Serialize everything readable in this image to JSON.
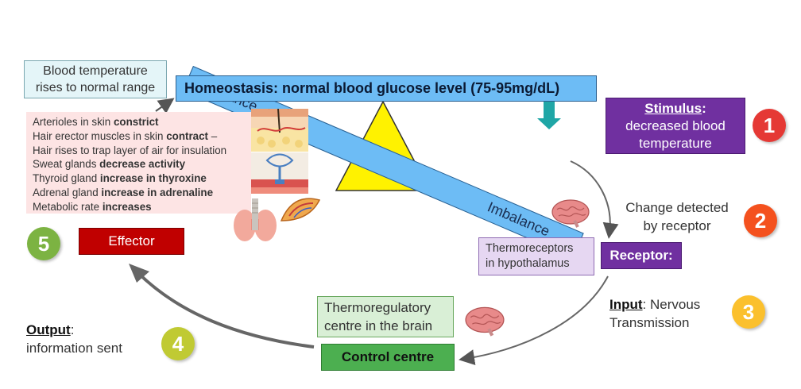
{
  "scale": {
    "imbalance_top": "Imbalance",
    "imbalance_bottom": "Imbalance",
    "homeostasis": "Homeostasis: normal blood glucose level (75-95mg/dL)"
  },
  "result": {
    "text_line1": "Blood temperature",
    "text_line2": "rises to normal range"
  },
  "effects": {
    "items": [
      {
        "plain": "Arterioles in skin ",
        "bold": "constrict"
      },
      {
        "plain": "Hair erector muscles in skin ",
        "bold": "contract",
        "tail": " –"
      },
      {
        "plain": "Hair rises to trap layer of air for insulation",
        "bold": ""
      },
      {
        "plain": "Sweat glands ",
        "bold": "decrease activity"
      },
      {
        "plain": "Thyroid gland ",
        "bold": "increase in thyroxine"
      },
      {
        "plain": "Adrenal gland ",
        "bold": "increase in adrenaline"
      },
      {
        "plain": "Metabolic rate ",
        "bold": "increases"
      }
    ]
  },
  "stimulus": {
    "title": "Stimulus",
    "colon": ":",
    "line1": "decreased blood",
    "line2": "temperature",
    "badge": "1"
  },
  "step2": {
    "line1": "Change detected",
    "line2": "by receptor",
    "badge": "2"
  },
  "receptor": {
    "label": "Receptor:",
    "detail_line1": "Thermoreceptors",
    "detail_line2": "in hypothalamus"
  },
  "step3": {
    "title": "Input",
    "rest": ": Nervous",
    "line2": "Transmission",
    "badge": "3"
  },
  "control": {
    "label": "Control centre",
    "detail_line1": "Thermoregulatory",
    "detail_line2": "centre in the brain"
  },
  "step4": {
    "title": "Output",
    "colon": ":",
    "line2": "information sent",
    "badge": "4"
  },
  "effector": {
    "label": "Effector",
    "badge": "5"
  },
  "colors": {
    "beam": "#6dbcf5",
    "fulcrum": "#fff200",
    "stimulus_bg": "#7030a0",
    "receptor_bg": "#7030a0",
    "receptor_detail_bg": "#e6d7f2",
    "control_bg": "#4caf50",
    "control_detail_bg": "#d9efd6",
    "effector_bg": "#c00000",
    "effects_bg": "#fde4e4",
    "result_bg": "#e4f5f8",
    "badge1": "#e53935",
    "badge2": "#f4511e",
    "badge3": "#fbc02d",
    "badge4": "#c0ca33",
    "badge5": "#7cb342",
    "arrow_down": "#1fa6a6"
  },
  "icons": {
    "brain": "brain-icon",
    "skin": "skin-cross-section-image",
    "thyroid": "thyroid-gland-image",
    "adrenal": "adrenal-gland-image"
  }
}
